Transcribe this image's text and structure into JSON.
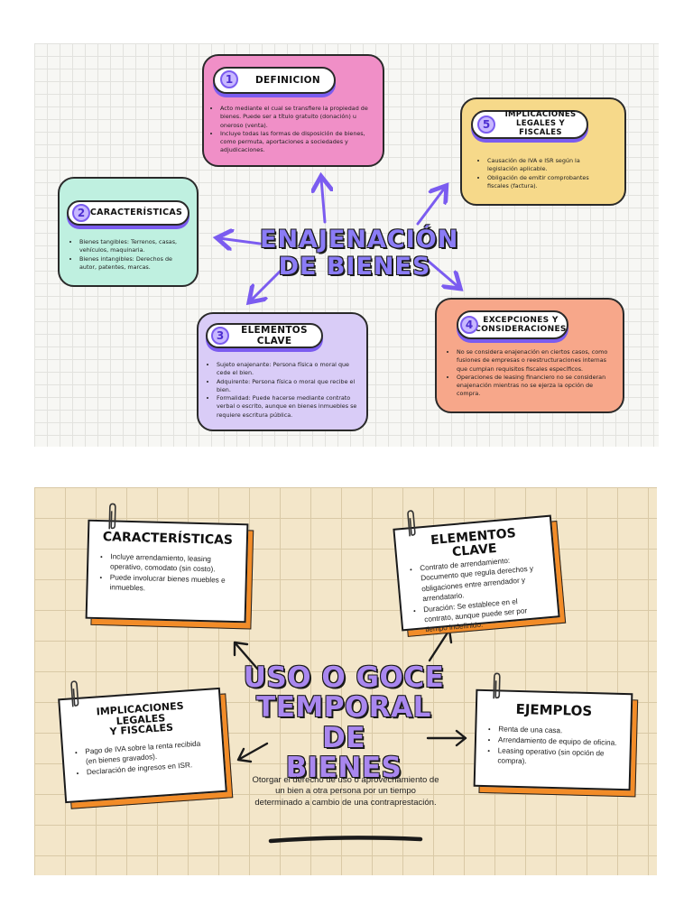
{
  "colors": {
    "panel1_bg": "#f7f7f4",
    "pink": "#f08fc7",
    "yellow": "#f6d98a",
    "mint": "#bff0e0",
    "lavender": "#d9ccf7",
    "salmon": "#f7a78a",
    "purple_accent": "#7b5cf0",
    "panel2_bg": "#f3e6c9",
    "card_shadow": "#f28c28"
  },
  "map1": {
    "center_title_line1": "ENAJENACIÓN",
    "center_title_line2": "DE BIENES",
    "nodes": [
      {
        "num": "1",
        "title": "DEFINICION",
        "bullets": [
          "Acto mediante el cual se transfiere la propiedad de bienes. Puede ser a título gratuito (donación) u oneroso (venta).",
          "Incluye todas las formas de disposición de bienes, como permuta, aportaciones a sociedades y adjudicaciones."
        ]
      },
      {
        "num": "2",
        "title": "CARACTERÍSTICAS",
        "bullets": [
          "Bienes tangibles: Terrenos, casas, vehículos, maquinaria.",
          "Bienes intangibles: Derechos de autor, patentes, marcas."
        ]
      },
      {
        "num": "3",
        "title": "ELEMENTOS CLAVE",
        "bullets": [
          "Sujeto enajenante: Persona física o moral que cede el bien.",
          "Adquirente: Persona física o moral que recibe el bien.",
          "Formalidad: Puede hacerse mediante contrato verbal o escrito, aunque en bienes inmuebles se requiere escritura pública."
        ]
      },
      {
        "num": "4",
        "title_line1": "EXCEPCIONES Y",
        "title_line2": "CONSIDERACIONES",
        "bullets": [
          "No se considera enajenación en ciertos casos, como fusiones de empresas o reestructuraciones internas que cumplan requisitos fiscales específicos.",
          "Operaciones de leasing financiero no se consideran enajenación mientras no se ejerza la opción de compra."
        ]
      },
      {
        "num": "5",
        "title_line1": "IMPLICACIONES",
        "title_line2": "LEGALES Y FISCALES",
        "bullets": [
          "Causación de IVA e ISR según la legislación aplicable.",
          "Obligación de emitir comprobantes fiscales (factura)."
        ]
      }
    ]
  },
  "map2": {
    "center_title_line1": "USO O GOCE",
    "center_title_line2": "TEMPORAL DE",
    "center_title_line3": "BIENES",
    "center_description": "Otorgar el derecho de uso o aprovechamiento de un bien a otra persona por un tiempo determinado a cambio de una contraprestación.",
    "cards": [
      {
        "title": "CARACTERÍSTICAS",
        "bullets": [
          "Incluye arrendamiento, leasing operativo, comodato (sin costo).",
          "Puede involucrar bienes muebles e inmuebles."
        ]
      },
      {
        "title": "ELEMENTOS CLAVE",
        "bullets": [
          "Contrato de arrendamiento: Documento que regula derechos y obligaciones entre arrendador y arrendatario.",
          "Duración: Se establece en el contrato, aunque puede ser por tiempo indefinido."
        ]
      },
      {
        "title_line1": "IMPLICACIONES LEGALES",
        "title_line2": "Y FISCALES",
        "bullets": [
          "Pago de IVA sobre la renta recibida (en bienes gravados).",
          "Declaración de ingresos en ISR."
        ]
      },
      {
        "title": "EJEMPLOS",
        "bullets": [
          "Renta de una casa.",
          "Arrendamiento de equipo de oficina.",
          "Leasing operativo (sin opción de compra)."
        ]
      }
    ]
  }
}
